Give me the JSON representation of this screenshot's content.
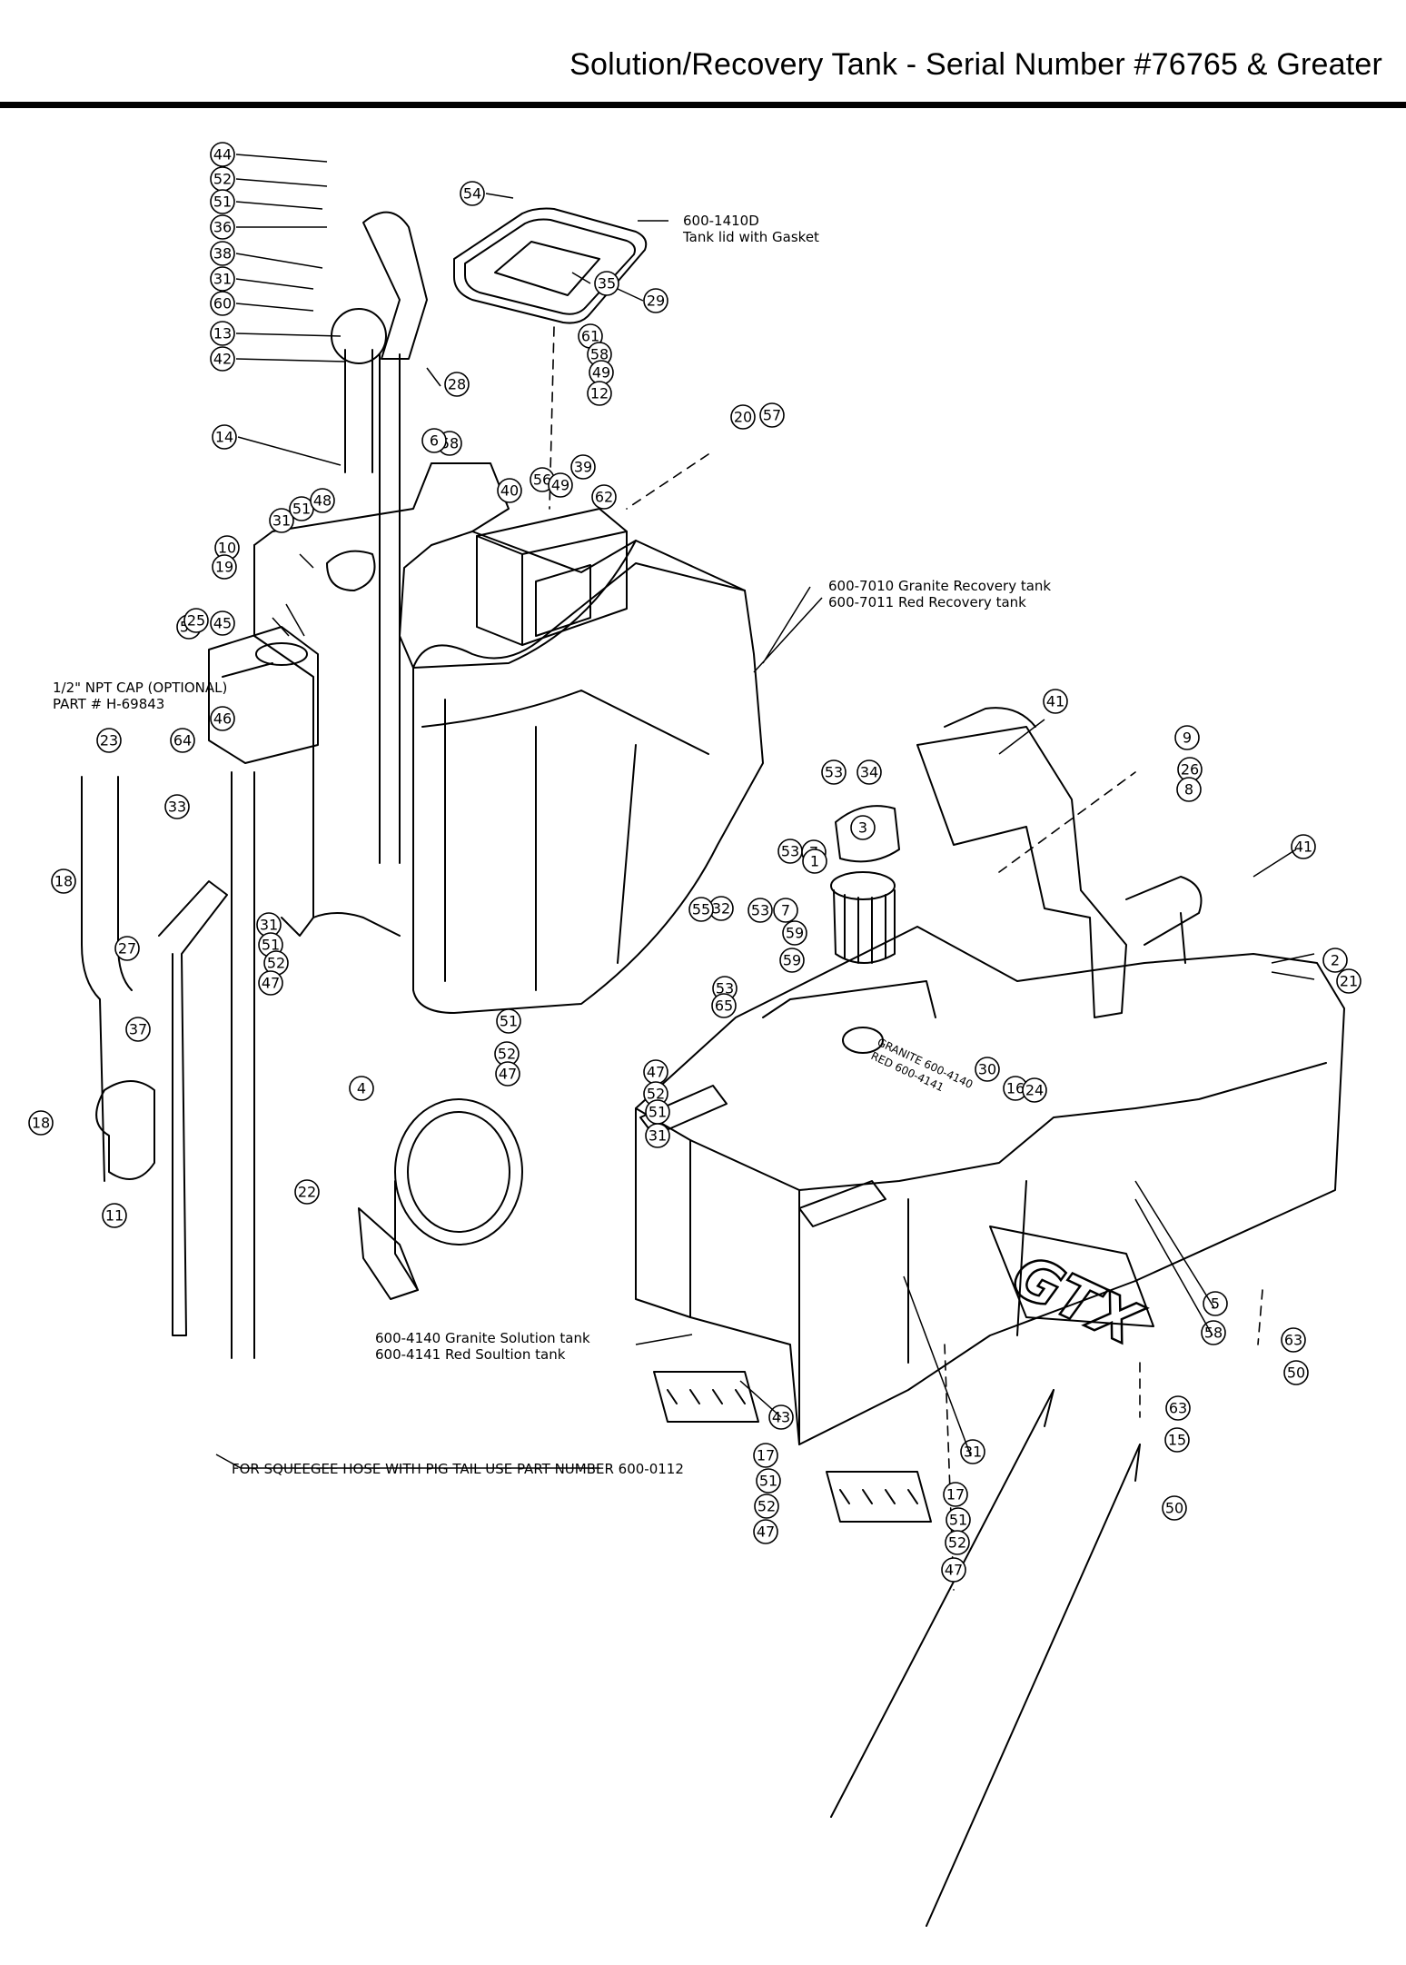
{
  "header": {
    "title": "Solution/Recovery Tank - Serial Number #76765 & Greater"
  },
  "notes": {
    "tank_lid": [
      "600-1410D",
      "Tank lid with Gasket"
    ],
    "recovery_tank": [
      "600-7010 Granite Recovery tank",
      "600-7011 Red Recovery tank"
    ],
    "npt_cap": [
      "1/2\" NPT CAP (OPTIONAL)",
      "PART # H-69843"
    ],
    "solution_tank": [
      "600-4140 Granite Solution tank",
      "600-4141 Red Soultion tank"
    ],
    "squeegee_hose": "FOR SQUEEGEE HOSE WITH PIG TAIL USE PART NUMBER 600-0112",
    "tank_stamp": [
      "GRANITE 600-4140",
      "RED 600-4141"
    ],
    "logo": "GTX"
  },
  "callouts": [
    "44",
    "52",
    "51",
    "36",
    "38",
    "31",
    "60",
    "13",
    "42",
    "14",
    "28",
    "54",
    "35",
    "29",
    "61",
    "58",
    "49",
    "12",
    "20",
    "57",
    "58",
    "6",
    "40",
    "56",
    "49",
    "39",
    "62",
    "31",
    "51",
    "48",
    "10",
    "19",
    "53",
    "25",
    "45",
    "46",
    "64",
    "33",
    "23",
    "18",
    "27",
    "37",
    "18",
    "11",
    "31",
    "51",
    "52",
    "47",
    "51",
    "52",
    "47",
    "4",
    "22",
    "41",
    "9",
    "26",
    "8",
    "41",
    "53",
    "34",
    "3",
    "53",
    "7",
    "1",
    "32",
    "55",
    "53",
    "7",
    "59",
    "59",
    "2",
    "21",
    "53",
    "65",
    "30",
    "16",
    "24",
    "47",
    "52",
    "51",
    "31",
    "5",
    "58",
    "63",
    "50",
    "43",
    "17",
    "51",
    "52",
    "47",
    "31",
    "63",
    "15",
    "50",
    "17",
    "51",
    "52",
    "47"
  ]
}
